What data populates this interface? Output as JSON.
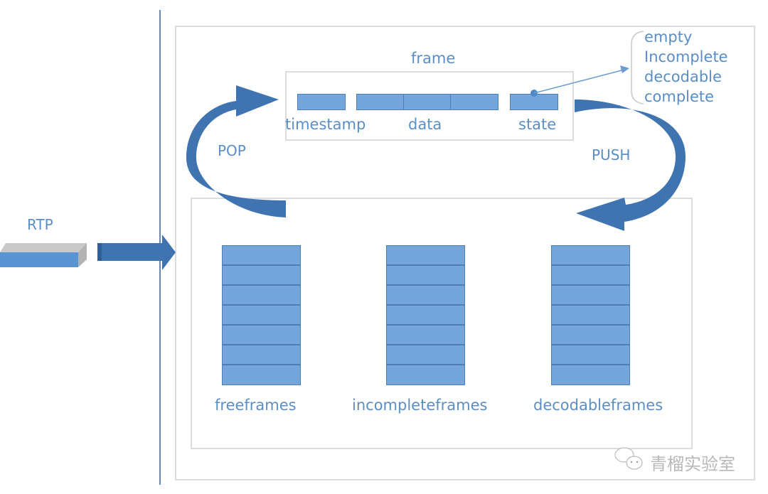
{
  "diagram": {
    "rtp_label": "RTP",
    "frame": {
      "title": "frame",
      "fields": {
        "timestamp": "timestamp",
        "data": "data",
        "state": "state"
      }
    },
    "state_values": [
      "empty",
      "Incomplete",
      "decodable",
      "complete"
    ],
    "arrows": {
      "pop": "POP",
      "push": "PUSH"
    },
    "queues": [
      {
        "name": "freeframes",
        "slots": 7
      },
      {
        "name": "incompleteframes",
        "slots": 7
      },
      {
        "name": "decodableframes",
        "slots": 7
      }
    ],
    "watermark": "青榴实验室",
    "colors": {
      "primary_blue": "#74a6dc",
      "dark_blue": "#3f74b0",
      "label_blue": "#5b8ec4"
    }
  }
}
